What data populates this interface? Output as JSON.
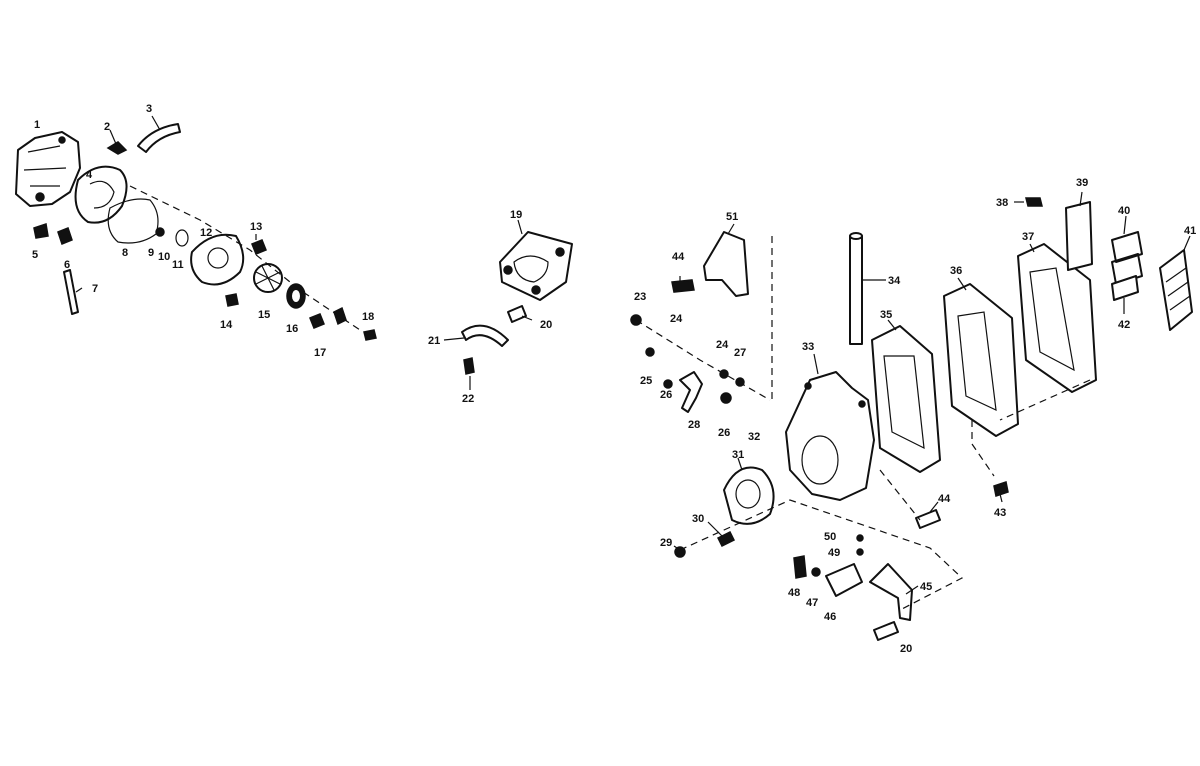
{
  "labels": {
    "p1": "1",
    "p2": "2",
    "p3": "3",
    "p4": "4",
    "p5": "5",
    "p6": "6",
    "p7": "7",
    "p8": "8",
    "p9": "9",
    "p10": "10",
    "p11": "11",
    "p12": "12",
    "p13": "13",
    "p14": "14",
    "p15": "15",
    "p16": "16",
    "p17": "17",
    "p18": "18",
    "p19": "19",
    "p20a": "20",
    "p20b": "20",
    "p21": "21",
    "p22": "22",
    "p23": "23",
    "p24a": "24",
    "p24b": "24",
    "p25": "25",
    "p26a": "26",
    "p26b": "26",
    "p27": "27",
    "p28": "28",
    "p29": "29",
    "p30": "30",
    "p31": "31",
    "p32": "32",
    "p33": "33",
    "p34": "34",
    "p35": "35",
    "p36": "36",
    "p37": "37",
    "p38": "38",
    "p39": "39",
    "p40": "40",
    "p41": "41",
    "p42": "42",
    "p43": "43",
    "p44a": "44",
    "p44b": "44",
    "p45": "45",
    "p46": "46",
    "p47": "47",
    "p48": "48",
    "p49": "49",
    "p50": "50",
    "p51": "51"
  }
}
